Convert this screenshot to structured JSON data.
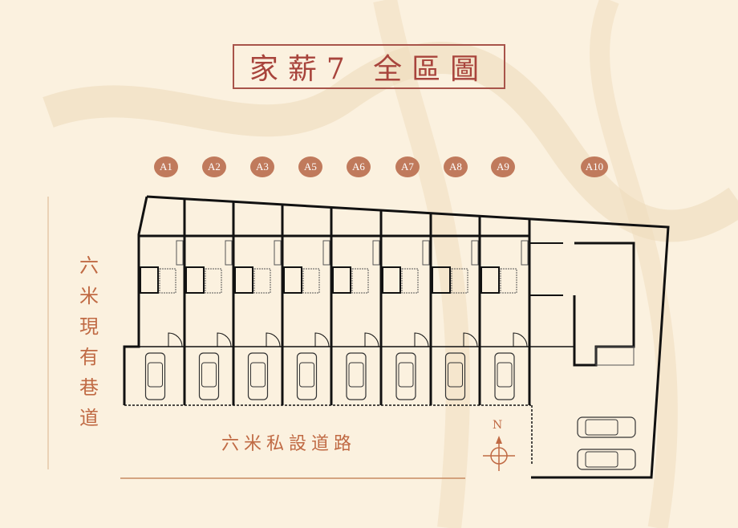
{
  "title": "家薪7 全區圖",
  "units": [
    "A1",
    "A2",
    "A3",
    "A5",
    "A6",
    "A7",
    "A8",
    "A9",
    "A10"
  ],
  "left_road_label": "六米現有巷道",
  "bottom_road_label": "六米私設道路",
  "compass_label": "N",
  "colors": {
    "background": "#fbf1df",
    "accent": "#a8443c",
    "badge": "#c07a5c",
    "label": "#c06a44",
    "wall": "#111111"
  }
}
